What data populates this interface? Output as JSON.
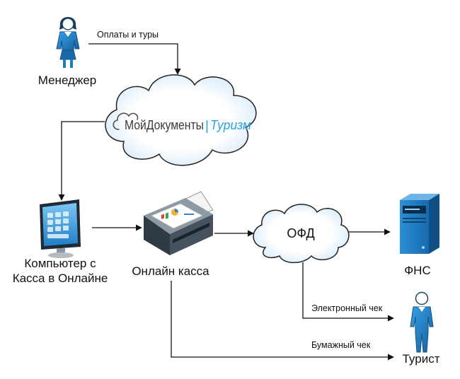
{
  "nodes": {
    "manager": {
      "icon": "female-user-icon",
      "label": "Менеджер"
    },
    "service": {
      "icon": "cloud-icon",
      "logo_main": "МойДокументы",
      "logo_separator": "|",
      "logo_sub": "Туризм"
    },
    "computer": {
      "icon": "monitor-icon",
      "label_line1": "Компьютер с",
      "label_line2": "Касса в Онлайне"
    },
    "online_kassa": {
      "icon": "cash-register-icon",
      "label": "Онлайн касса"
    },
    "ofd": {
      "icon": "cloud-icon",
      "label": "ОФД"
    },
    "fns": {
      "icon": "server-icon",
      "label": "ФНС"
    },
    "tourist": {
      "icon": "male-user-icon",
      "label": "Турист"
    }
  },
  "edges": {
    "manager_to_service": {
      "label": "Оплаты и туры"
    },
    "ofd_to_tourist": {
      "label": "Электронный чек"
    },
    "kassa_to_tourist": {
      "label": "Бумажный чек"
    }
  },
  "colors": {
    "accent": "#1b7fc2",
    "logo_text": "#3a3a3a",
    "logo_accent": "#27a4dc",
    "cloud_fill": "#d8edfb",
    "line": "#111111"
  }
}
